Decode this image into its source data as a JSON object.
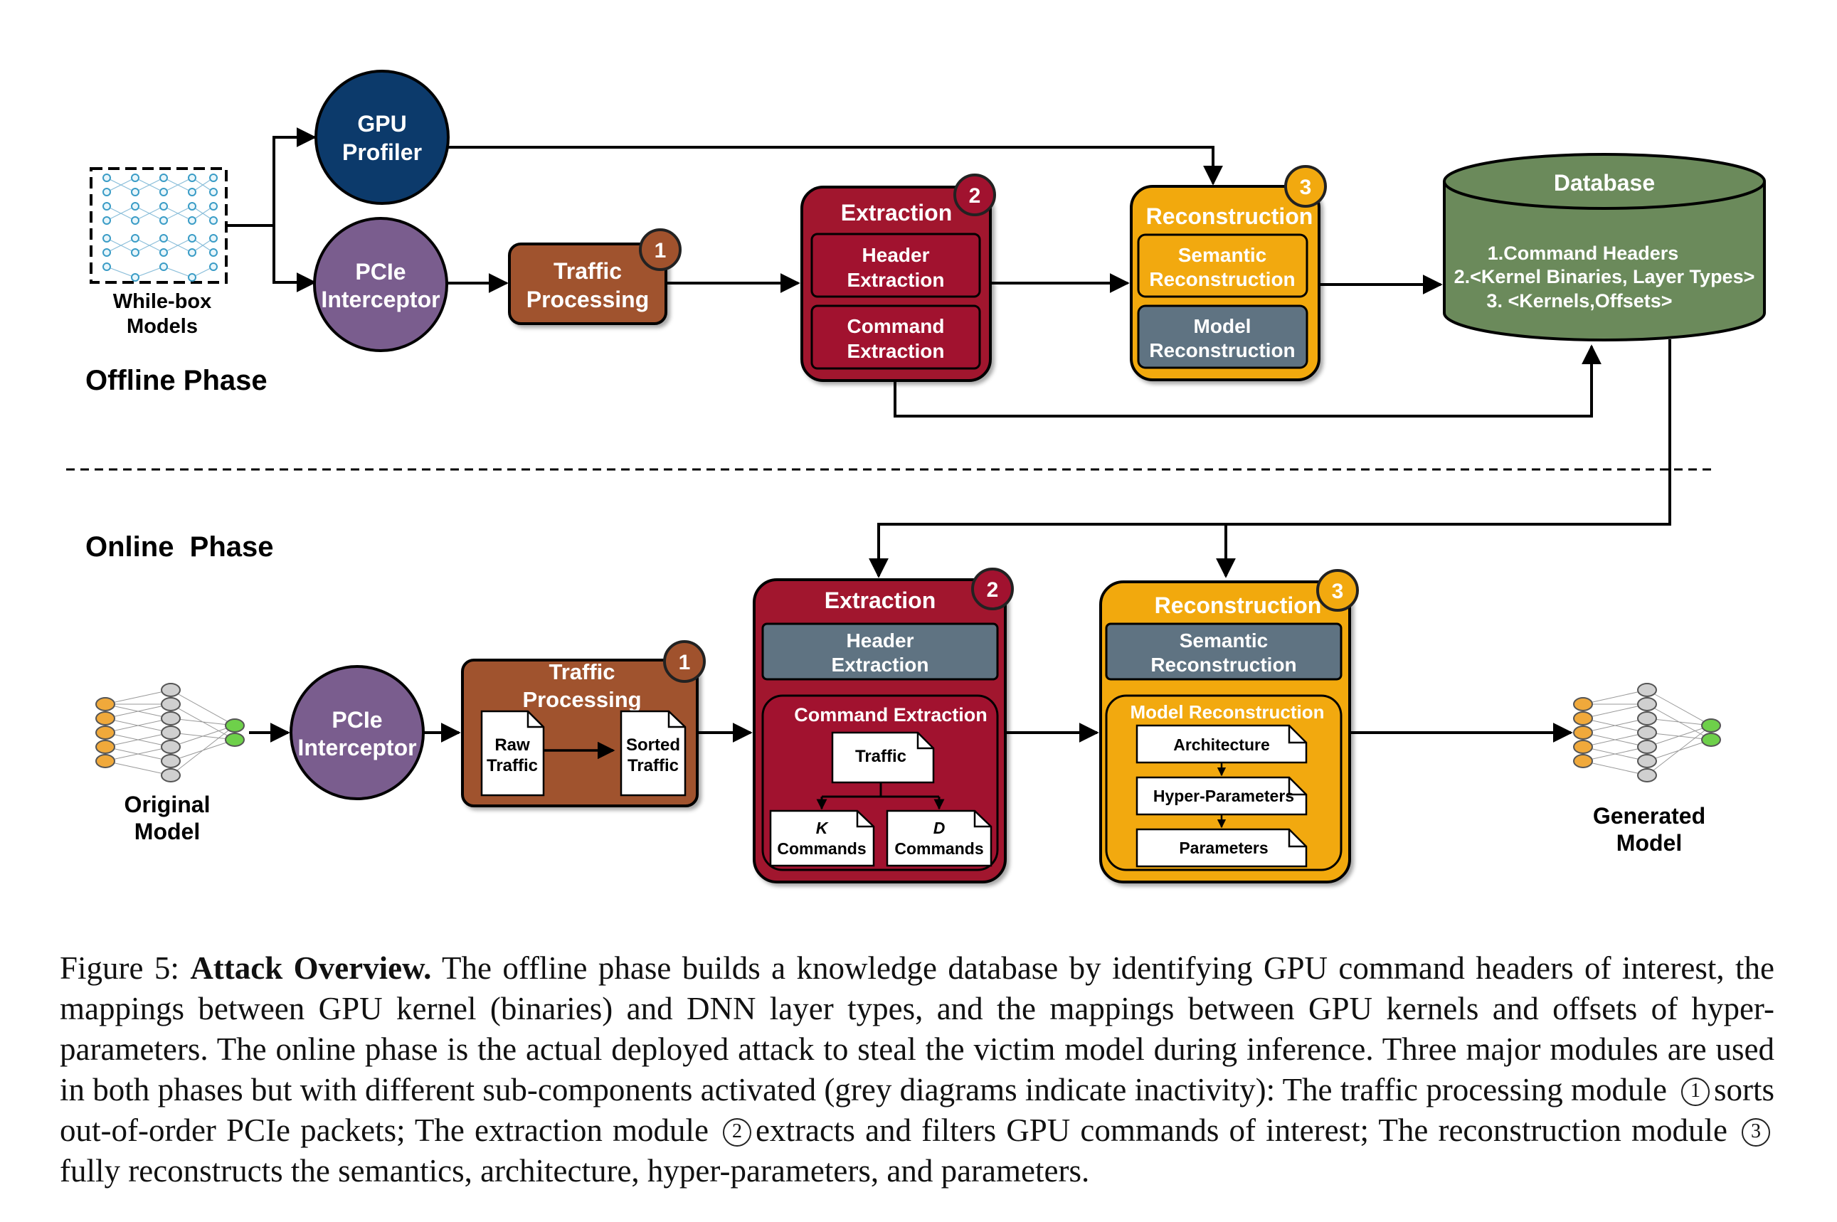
{
  "offline": {
    "phase_label": "Offline Phase",
    "whitebox_label": [
      "While-box",
      "Models"
    ],
    "gpu_profiler": [
      "GPU",
      "Profiler"
    ],
    "pcie": [
      "PCIe",
      "Interceptor"
    ],
    "traffic_processing": [
      "Traffic",
      "Processing"
    ],
    "extraction": {
      "title": "Extraction",
      "header": [
        "Header",
        "Extraction"
      ],
      "command": [
        "Command",
        "Extraction"
      ]
    },
    "reconstruction": {
      "title": "Reconstruction",
      "semantic": [
        "Semantic",
        "Reconstruction"
      ],
      "model": [
        "Model",
        "Reconstruction"
      ]
    },
    "database": {
      "title": "Database",
      "items": [
        "1.Command Headers",
        "2.<Kernel Binaries, Layer Types>",
        "3. <Kernels,Offsets>"
      ]
    }
  },
  "online": {
    "phase_label": "Online  Phase",
    "original_model": [
      "Original",
      "Model"
    ],
    "pcie": [
      "PCIe",
      "Interceptor"
    ],
    "traffic_processing": {
      "title": [
        "Traffic",
        "Processing"
      ],
      "raw": [
        "Raw",
        "Traffic"
      ],
      "sorted": [
        "Sorted",
        "Traffic"
      ]
    },
    "extraction": {
      "title": "Extraction",
      "header": [
        "Header",
        "Extraction"
      ],
      "command_title": "Command Extraction",
      "traffic": "Traffic",
      "k_cmd": [
        "K",
        "Commands"
      ],
      "d_cmd": [
        "D",
        "Commands"
      ]
    },
    "reconstruction": {
      "title": "Reconstruction",
      "semantic": [
        "Semantic",
        "Reconstruction"
      ],
      "model_title": "Model Reconstruction",
      "architecture": "Architecture",
      "hyper": "Hyper-Parameters",
      "parameters": "Parameters"
    },
    "generated_model": [
      "Generated",
      "Model"
    ]
  },
  "badges": {
    "one": "1",
    "two": "2",
    "three": "3"
  },
  "caption": {
    "figure_label": "Figure 5:",
    "title": "Attack Overview.",
    "part1": "The offline phase builds a knowledge database by identifying GPU command headers of interest, the mappings between GPU kernel (binaries) and DNN layer types, and the mappings between GPU kernels and offsets of hyper-parameters. The online phase is the actual deployed attack to steal the victim model during inference. Three major modules are used in both phases but with different sub-components activated (grey diagrams indicate inactivity): The traffic processing module",
    "part2": "sorts out-of-order PCIe packets; The extraction module",
    "part3": "extracts and filters GPU commands of interest; The reconstruction module",
    "part4": "fully reconstructs the semantics, architecture, hyper-parameters, and parameters."
  },
  "colors": {
    "gpu_profiler": "#0c3a6b",
    "pcie": "#7a5d8e",
    "traffic": "#a0522d",
    "extraction": "#a1122f",
    "reconstruction": "#f2a90f",
    "grey": "#5f7382",
    "database": "#6b8a5b"
  }
}
